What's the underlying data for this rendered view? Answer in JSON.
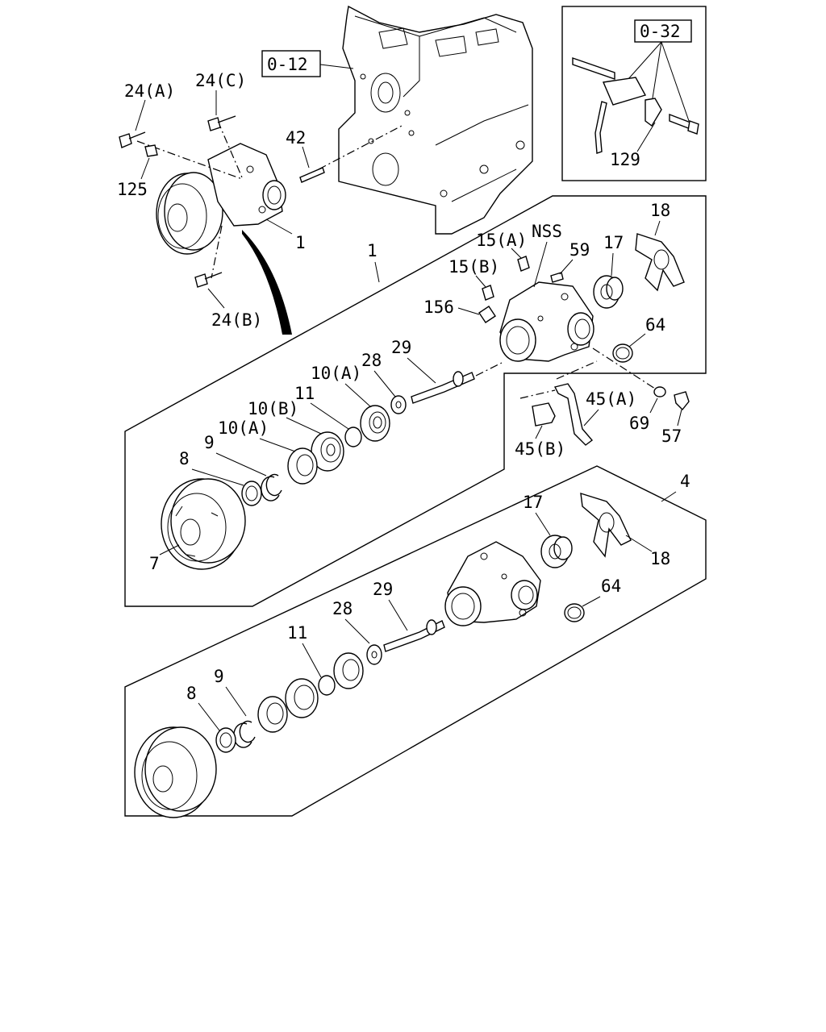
{
  "references": {
    "ref_engine": "0-12",
    "ref_pipe": "0-32"
  },
  "callouts": {
    "c_24a": "24(A)",
    "c_24c": "24(C)",
    "c_24b": "24(B)",
    "c_125": "125",
    "c_42": "42",
    "c_1_top": "1",
    "c_1_kit": "1",
    "c_129": "129",
    "c_nss": "NSS",
    "c_15a": "15(A)",
    "c_15b": "15(B)",
    "c_59": "59",
    "c_17_upper": "17",
    "c_18_upper": "18",
    "c_156": "156",
    "c_64_upper": "64",
    "c_29_upper": "29",
    "c_28_upper": "28",
    "c_10a_upper": "10(A)",
    "c_11_upper": "11",
    "c_10b": "10(B)",
    "c_10a_lower": "10(A)",
    "c_9_upper": "9",
    "c_8_upper": "8",
    "c_7": "7",
    "c_45a": "45(A)",
    "c_45b": "45(B)",
    "c_69": "69",
    "c_57": "57",
    "c_4": "4",
    "c_17_lower": "17",
    "c_18_lower": "18",
    "c_64_lower": "64",
    "c_29_lower": "29",
    "c_28_lower": "28",
    "c_11_lower": "11",
    "c_9_lower": "9",
    "c_8_lower": "8"
  }
}
